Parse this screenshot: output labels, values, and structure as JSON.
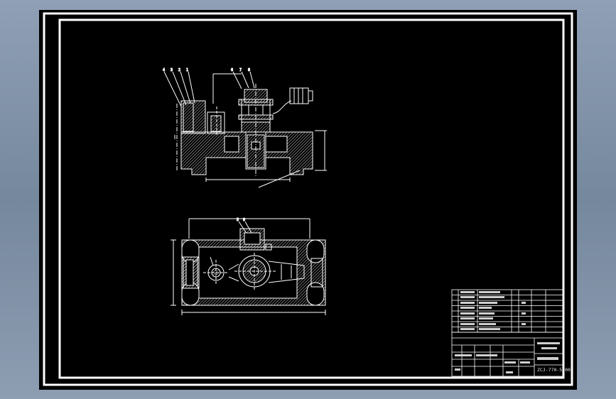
{
  "drawing": {
    "background_color": "#000000",
    "line_color": "#ffffff",
    "border_color": "#ffffff"
  },
  "views": [
    {
      "name": "front-section-view"
    },
    {
      "name": "top-view"
    }
  ],
  "title_block": {
    "drawing_number": "ZCJ-770-5-00",
    "title": "...",
    "parts_list_rows": 8
  }
}
